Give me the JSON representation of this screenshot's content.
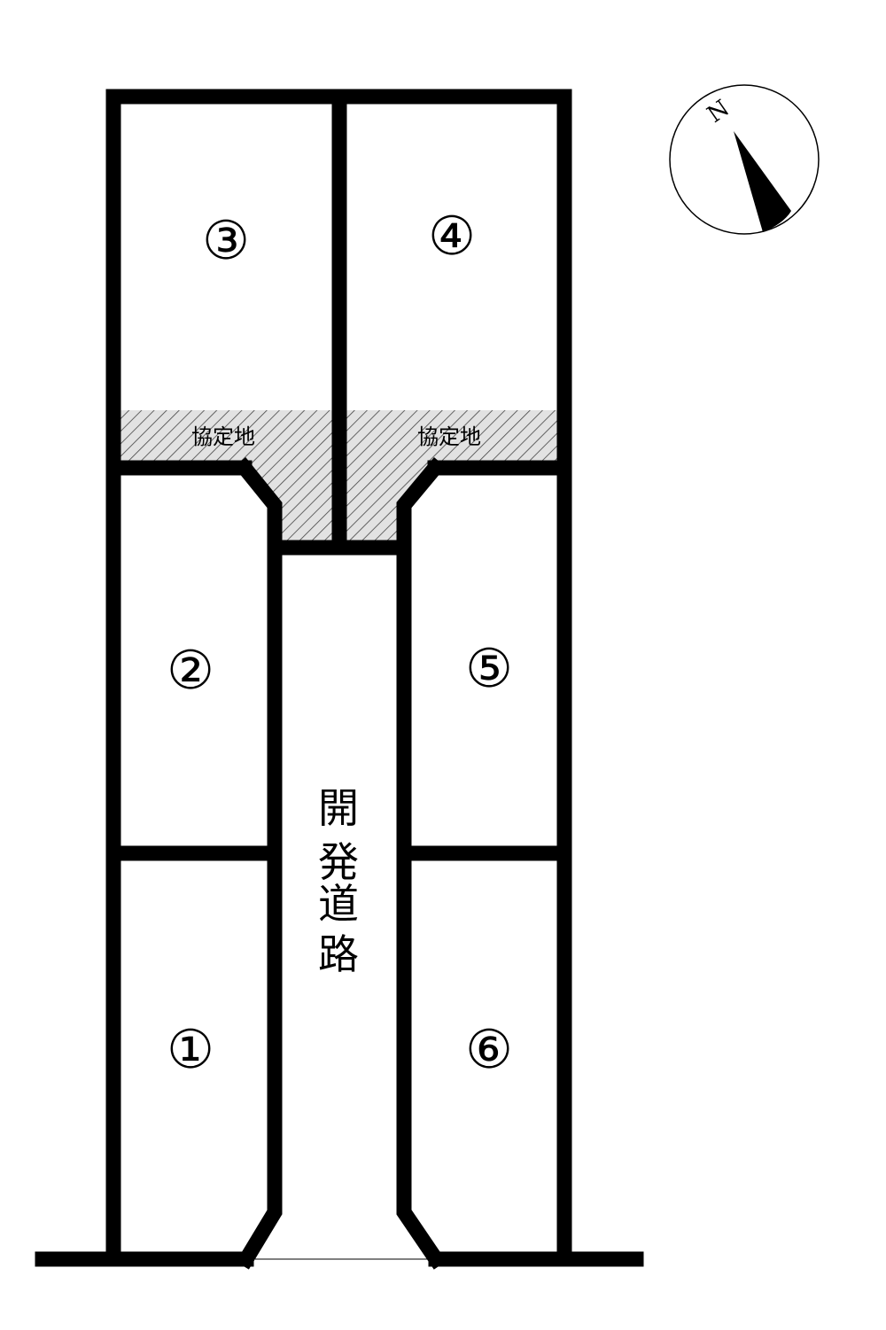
{
  "lots": [
    {
      "id": "lot-1",
      "label": "①"
    },
    {
      "id": "lot-2",
      "label": "②"
    },
    {
      "id": "lot-3",
      "label": "③"
    },
    {
      "id": "lot-4",
      "label": "④"
    },
    {
      "id": "lot-5",
      "label": "⑤"
    },
    {
      "id": "lot-6",
      "label": "⑥"
    }
  ],
  "agreed_land": {
    "left_label": "協定地",
    "right_label": "協定地"
  },
  "road": {
    "chars": [
      "開",
      "発",
      "道",
      "路"
    ]
  },
  "compass": {
    "label": "N",
    "icon": "north-arrow-icon"
  },
  "colors": {
    "line": "#000000",
    "hatch": "#555555",
    "hatch_bg": "#dcdcdc",
    "background": "#ffffff"
  }
}
